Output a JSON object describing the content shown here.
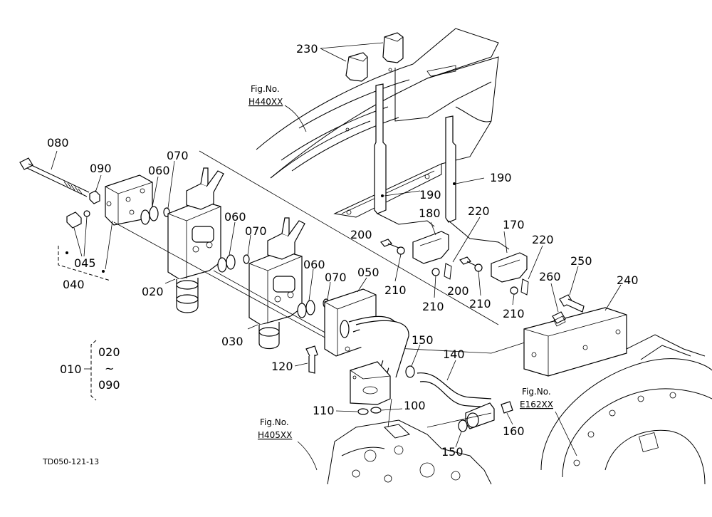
{
  "drawing_code": "TD050-121-13",
  "fig_refs": {
    "h440": {
      "line1": "Fig.No.",
      "line2": "H440XX"
    },
    "e162": {
      "line1": "Fig.No.",
      "line2": "E162XX"
    },
    "h405": {
      "line1": "Fig.No.",
      "line2": "H405XX"
    }
  },
  "assembly": {
    "main": "010",
    "from": "020",
    "tilde": "~",
    "to": "090"
  },
  "callouts": {
    "p230": "230",
    "p080": "080",
    "p090": "090",
    "p070a": "070",
    "p060a": "060",
    "p060b": "060",
    "p070b": "070",
    "p045": "045",
    "p040": "040",
    "p020": "020",
    "p030": "030",
    "p060c": "060",
    "p070c": "070",
    "p050": "050",
    "p190a": "190",
    "p190b": "190",
    "p180": "180",
    "p220a": "220",
    "p170": "170",
    "p220b": "220",
    "p200a": "200",
    "p210a": "210",
    "p210b": "210",
    "p200b": "200",
    "p210c": "210",
    "p210d": "210",
    "p250": "250",
    "p260": "260",
    "p240": "240",
    "p150a": "150",
    "p140": "140",
    "p120": "120",
    "p110": "110",
    "p100": "100",
    "p160": "160",
    "p150b": "150"
  }
}
